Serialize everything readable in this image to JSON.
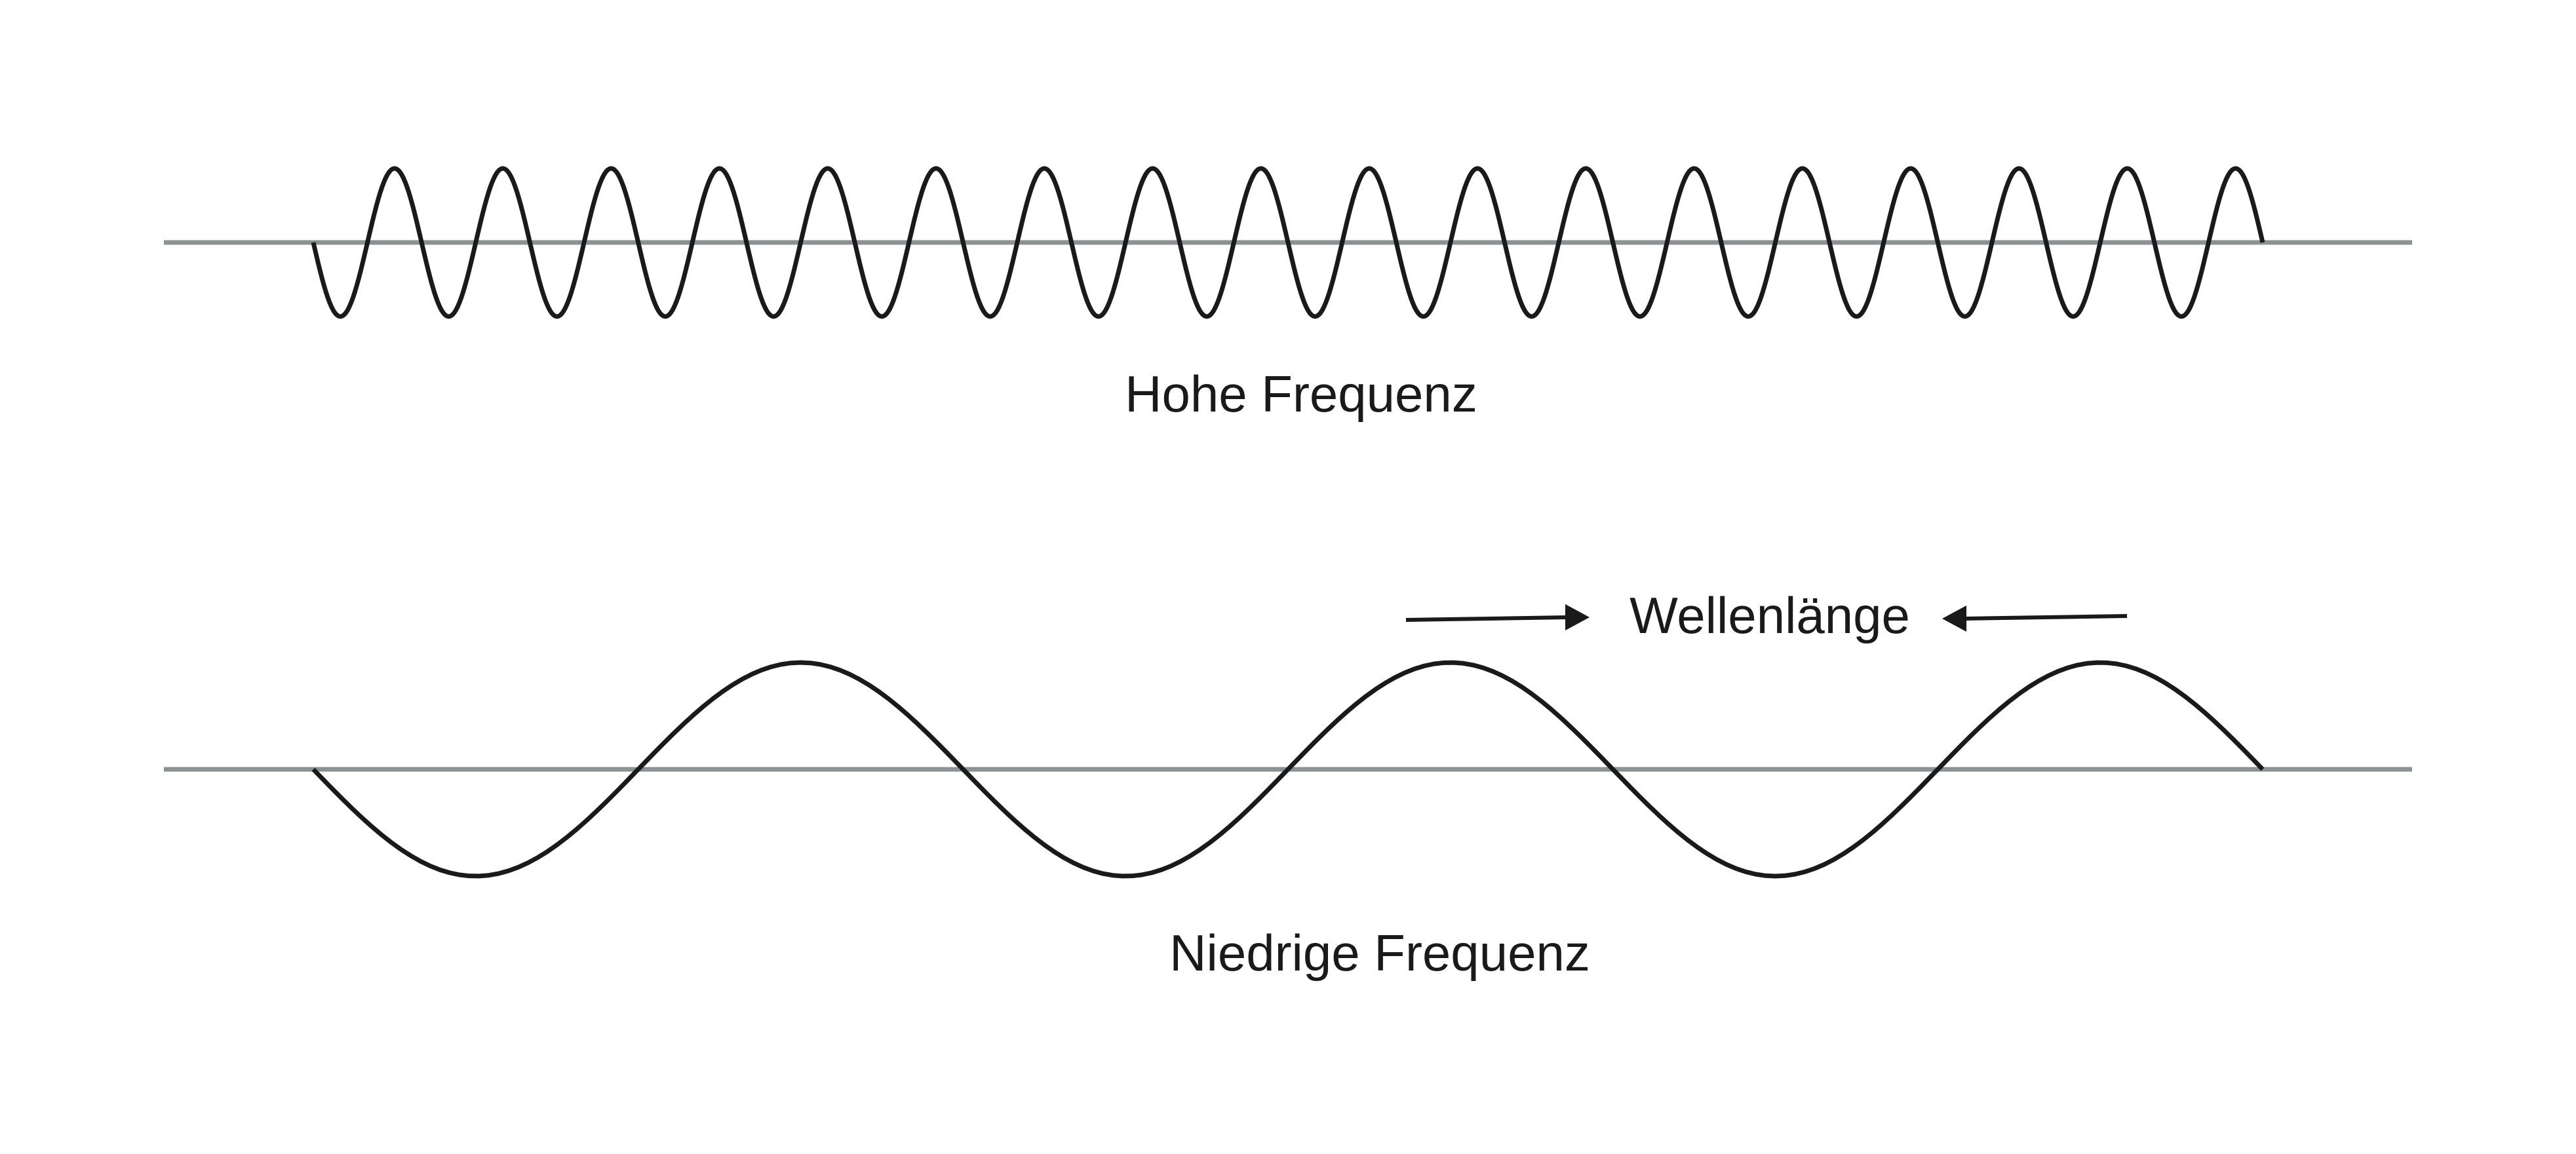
{
  "labels": {
    "high_frequency": "Hohe Frequenz",
    "low_frequency": "Niedrige Frequenz",
    "wavelength": "Wellenlänge"
  },
  "colors": {
    "axis": "#8c9294",
    "wave": "#1a1a1a",
    "text": "#1a1a1a",
    "background": "#ffffff"
  },
  "waves": {
    "high": {
      "cycles": 18,
      "starts_downward": true
    },
    "low": {
      "cycles": 3,
      "starts_downward": true
    }
  }
}
